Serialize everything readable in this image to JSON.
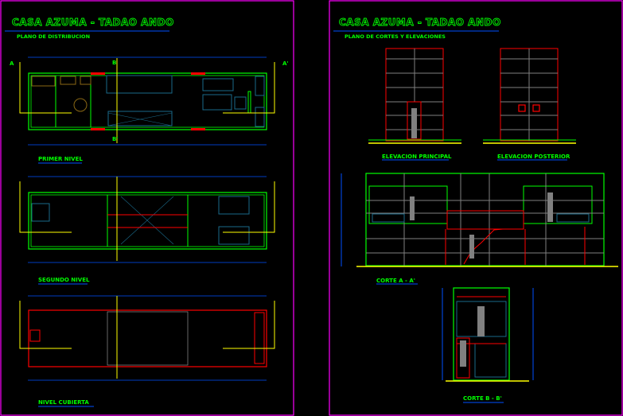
{
  "sheet_left": {
    "title": "CASA AZUMA - TADAO ANDO",
    "subtitle": "PLANO DE DISTRIBUCION",
    "plans": [
      {
        "label": "PRIMER NIVEL"
      },
      {
        "label": "SEGUNDO NIVEL"
      },
      {
        "label": "NIVEL CUBIERTA"
      }
    ],
    "section_marks": {
      "a": "A",
      "a_prime": "A'",
      "b": "B",
      "b_prime": "B'"
    }
  },
  "sheet_right": {
    "title": "CASA AZUMA - TADAO ANDO",
    "subtitle": "PLANO DE CORTES Y ELEVACIONES",
    "elevations": [
      {
        "label": "ELEVACION PRINCIPAL"
      },
      {
        "label": "ELEVACION POSTERIOR"
      }
    ],
    "sections": [
      {
        "label": "CORTE A - A'"
      },
      {
        "label": "CORTE B - B'"
      }
    ]
  },
  "colors": {
    "background": "#000000",
    "border": "#ff00ff",
    "wall": "#00ff00",
    "dimension": "#0050ff",
    "furniture": "#1a6a8a",
    "section_line": "#ffff00",
    "accent_red": "#ff0000",
    "concrete_grid": "#808080"
  }
}
